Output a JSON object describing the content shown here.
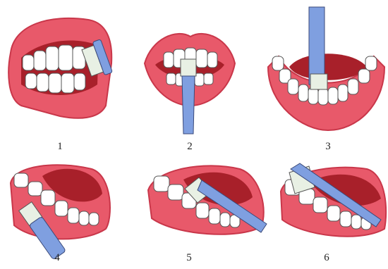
{
  "steps": [
    {
      "label": "1"
    },
    {
      "label": "2"
    },
    {
      "label": "3"
    },
    {
      "label": "4"
    },
    {
      "label": "5"
    },
    {
      "label": "6"
    }
  ],
  "colors": {
    "lip": "#e8596a",
    "lip_dark": "#c9374a",
    "gum": "#f08a92",
    "mouth": "#a8202a",
    "tooth": "#ffffff",
    "tooth_outline": "#555555",
    "brush": "#7f9fe0",
    "brush_outline": "#3b4a7a",
    "bristle": "#e8f0e4"
  }
}
